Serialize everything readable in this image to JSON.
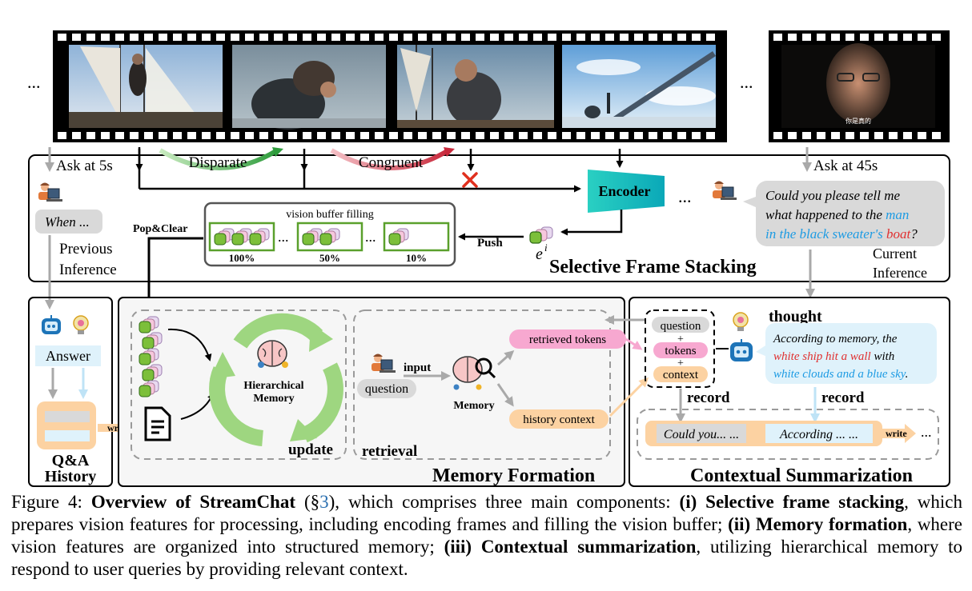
{
  "film_strip": {
    "ellipsis_left": "...",
    "ellipsis_mid": "...",
    "frames": [
      "sailing-ship-frame",
      "man-bowing-frame",
      "man-on-deck-frame",
      "sky-stairs-frame",
      "man-close-up-frame"
    ],
    "subtitle_text": "你是真的"
  },
  "selective": {
    "ask_left": "Ask at 5s",
    "when_bubble": "When ...",
    "previous_inference": [
      "Previous",
      "Inference"
    ],
    "disparate": "Disparate",
    "congruent": "Congruent",
    "encoder": "Encoder",
    "encoder_dots": "...",
    "ask_right": "Ask at 45s",
    "question_plain": [
      "Could you please tell me",
      "what happened to the "
    ],
    "question_highlight_blue_1": "man",
    "question_highlight_blue_2": "in the black sweater's",
    "question_highlight_red": "boat",
    "question_end": "?",
    "pop_clear": "Pop&Clear",
    "buffer_title": "vision buffer filling",
    "buffer_pcts": [
      "100%",
      "50%",
      "10%"
    ],
    "buffer_dots": "...",
    "push": "Push",
    "embed_label": "e",
    "embed_sup": "i",
    "section_title": "Selective Frame Stacking",
    "current_inference": [
      "Current",
      "Inference"
    ]
  },
  "qa": {
    "answer": "Answer",
    "title": [
      "Q&A",
      "History"
    ],
    "write": "write"
  },
  "memory": {
    "hierarchical": [
      "Hierarchical",
      "Memory"
    ],
    "update": "update",
    "input": "input",
    "question": "question",
    "memory_label": "Memory",
    "retrieved_tokens": "retrieved tokens",
    "history_context": "history context",
    "retrieval": "retrieval",
    "title": "Memory Formation"
  },
  "contextual": {
    "thought": "thought",
    "stack": [
      "question",
      "+",
      "tokens",
      "+",
      "context"
    ],
    "answer_plain_1": "According to memory, the",
    "answer_red": "white ship hit a wall",
    "answer_plain_2": " with",
    "answer_blue": "white clouds and a blue sky",
    "answer_end": ".",
    "record": "record",
    "could_you": "Could you... ...",
    "according": "According ... ...",
    "write": "write",
    "dots": "...",
    "title": "Contextual Summarization"
  },
  "caption": {
    "fig_num": "Figure 4:",
    "title_bold": "Overview of StreamChat",
    "ref_open": " (§",
    "ref_num": "3",
    "ref_close": "), which comprises three main components: ",
    "c1_bold": "(i) Selective frame stacking",
    "c1_text": ", which prepares vision features for processing, including encoding frames and filling the vision buffer; ",
    "c2_bold": "(ii) Memory formation",
    "c2_text": ", where vision features are organized into structured memory; ",
    "c3_bold": "(iii) Contextual summarization",
    "c3_text": ", utilizing hierarchical memory to respond to user queries by providing relevant context."
  },
  "colors": {
    "green": "#7cbf3a",
    "pink": "#f6c7dc",
    "encoder": "#1fc4c0",
    "orange": "#fcd9b0",
    "blue_text": "#1d9be3",
    "red_text": "#e03030",
    "lightblue": "#dff2fb"
  }
}
